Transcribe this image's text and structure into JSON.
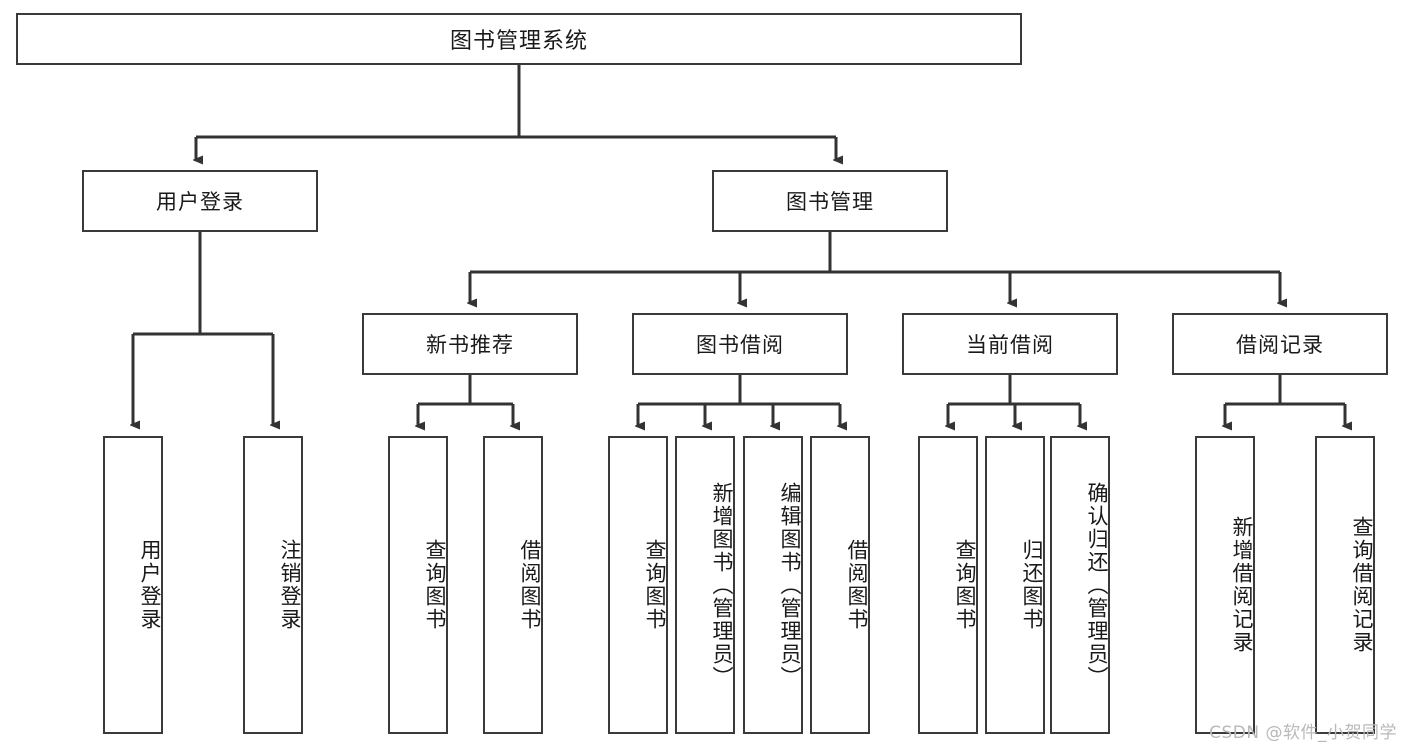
{
  "diagram": {
    "type": "tree-hierarchy",
    "title": "图书管理系统",
    "watermark": "CSDN @软件_小贺同学",
    "colors": {
      "border": "#3a3a3a",
      "background": "#ffffff",
      "text": "#1a1a1a",
      "connector": "#333333",
      "watermark": "#b9b9b9"
    },
    "nodes": {
      "root": {
        "label": "图书管理系统"
      },
      "level1": [
        {
          "label": "用户登录"
        },
        {
          "label": "图书管理"
        }
      ],
      "level2": [
        {
          "label": "新书推荐"
        },
        {
          "label": "图书借阅"
        },
        {
          "label": "当前借阅"
        },
        {
          "label": "借阅记录"
        }
      ],
      "leaves_user_login": [
        {
          "label": "用户登录"
        },
        {
          "label": "注销登录"
        }
      ],
      "leaves_new_book": [
        {
          "label": "查询图书"
        },
        {
          "label": "借阅图书"
        }
      ],
      "leaves_borrow": [
        {
          "label": "查询图书"
        },
        {
          "label": "新增图书（管理员）"
        },
        {
          "label": "编辑图书（管理员）"
        },
        {
          "label": "借阅图书"
        }
      ],
      "leaves_current": [
        {
          "label": "查询图书"
        },
        {
          "label": "归还图书"
        },
        {
          "label": "确认归还（管理员）"
        }
      ],
      "leaves_records": [
        {
          "label": "新增借阅记录"
        },
        {
          "label": "查询借阅记录"
        }
      ]
    }
  }
}
